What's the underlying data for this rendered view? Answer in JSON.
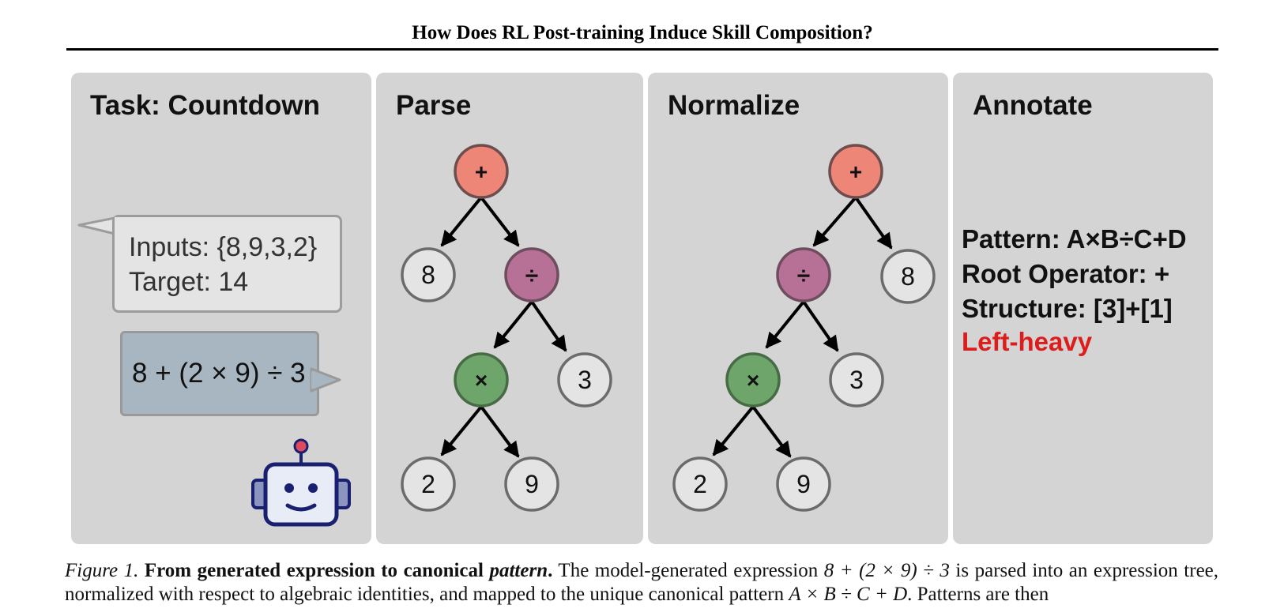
{
  "header": {
    "running_title": "How Does RL Post-training Induce Skill Composition?"
  },
  "panels": {
    "task": {
      "title": "Task: Countdown",
      "inputs_line": "Inputs: {8,9,3,2}",
      "target_line": "Target: 14",
      "model_expression": "8 + (2 × 9) ÷ 3",
      "robot_icon": "robot-icon"
    },
    "parse": {
      "title": "Parse",
      "tree": {
        "root": "+",
        "left_leaf": "8",
        "div": "÷",
        "mul": "×",
        "div_leaf": "3",
        "mul_left": "2",
        "mul_right": "9"
      }
    },
    "normalize": {
      "title": "Normalize",
      "tree": {
        "root": "+",
        "div": "÷",
        "right_leaf": "8",
        "mul": "×",
        "div_leaf": "3",
        "mul_left": "2",
        "mul_right": "9"
      }
    },
    "annotate": {
      "title": "Annotate",
      "pattern": "Pattern: A×B÷C+D",
      "root_operator": "Root Operator: +",
      "structure": "Structure: [3]+[1]",
      "balance": "Left-heavy"
    }
  },
  "colors": {
    "panel_bg": "#d4d4d4",
    "add_node": "#ee8677",
    "div_node": "#b87196",
    "mul_node": "#6ea56b",
    "leaf_node": "#e4e4e4",
    "highlight": "#dd1c1c",
    "expr_bubble": "#a7b6c1"
  },
  "caption": {
    "figure_label": "Figure 1.",
    "bold_lead": "From generated expression to canonical",
    "bold_italic_word": "pattern",
    "bold_period": ".",
    "text_1": " The model-generated expression ",
    "math_1": "8 + (2 × 9) ÷ 3",
    "text_2": " is parsed into an expression tree, normalized with respect to algebraic identities, and mapped to the unique canonical pattern ",
    "math_2": "A × B ÷ C + D",
    "text_3": ". Patterns are then"
  }
}
